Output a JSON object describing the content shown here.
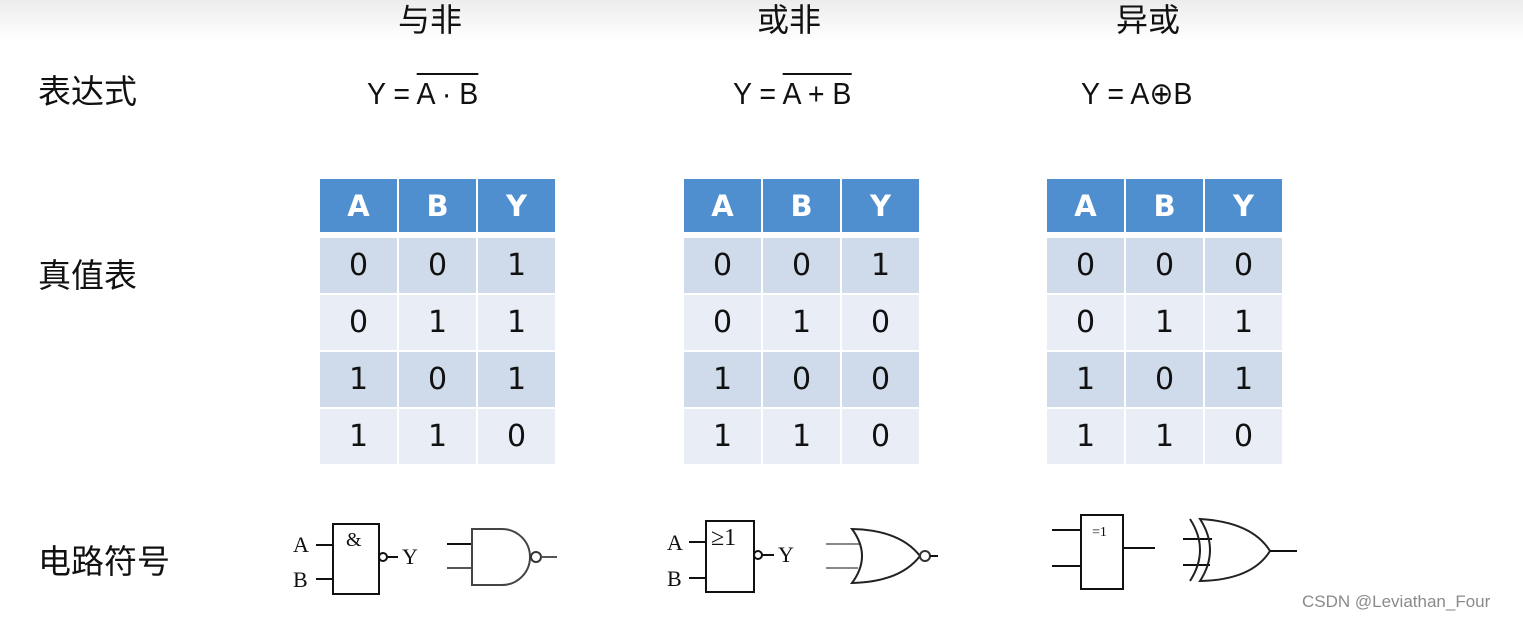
{
  "columns": [
    {
      "title": "与非",
      "expression": {
        "prefix": "Y = ",
        "overlined": "A · B",
        "suffix": ""
      },
      "truth_table": {
        "headers": [
          "A",
          "B",
          "Y"
        ],
        "rows": [
          [
            "0",
            "0",
            "1"
          ],
          [
            "0",
            "1",
            "1"
          ],
          [
            "1",
            "0",
            "1"
          ],
          [
            "1",
            "1",
            "0"
          ]
        ]
      },
      "symbol": {
        "box_label": "&",
        "inputs": [
          "A",
          "B"
        ],
        "output": "Y",
        "negated_output": true
      }
    },
    {
      "title": "或非",
      "expression": {
        "prefix": "Y = ",
        "overlined": "A + B",
        "suffix": ""
      },
      "truth_table": {
        "headers": [
          "A",
          "B",
          "Y"
        ],
        "rows": [
          [
            "0",
            "0",
            "1"
          ],
          [
            "0",
            "1",
            "0"
          ],
          [
            "1",
            "0",
            "0"
          ],
          [
            "1",
            "1",
            "0"
          ]
        ]
      },
      "symbol": {
        "box_label": "≥1",
        "inputs": [
          "A",
          "B"
        ],
        "output": "Y",
        "negated_output": true
      }
    },
    {
      "title": "异或",
      "expression": {
        "prefix": "Y = A⊕B",
        "overlined": "",
        "suffix": ""
      },
      "truth_table": {
        "headers": [
          "A",
          "B",
          "Y"
        ],
        "rows": [
          [
            "0",
            "0",
            "0"
          ],
          [
            "0",
            "1",
            "1"
          ],
          [
            "1",
            "0",
            "1"
          ],
          [
            "1",
            "1",
            "0"
          ]
        ]
      },
      "symbol": {
        "box_label": "=1",
        "inputs": [],
        "output": "",
        "negated_output": false
      }
    }
  ],
  "row_labels": {
    "expression": "表达式",
    "truth_table": "真值表",
    "circuit_symbol": "电路符号"
  },
  "colors": {
    "header_blue": "#4f8fcf",
    "row_dark": "#cfdaea",
    "row_light": "#e8edf6"
  },
  "watermark": "CSDN @Leviathan_Four"
}
